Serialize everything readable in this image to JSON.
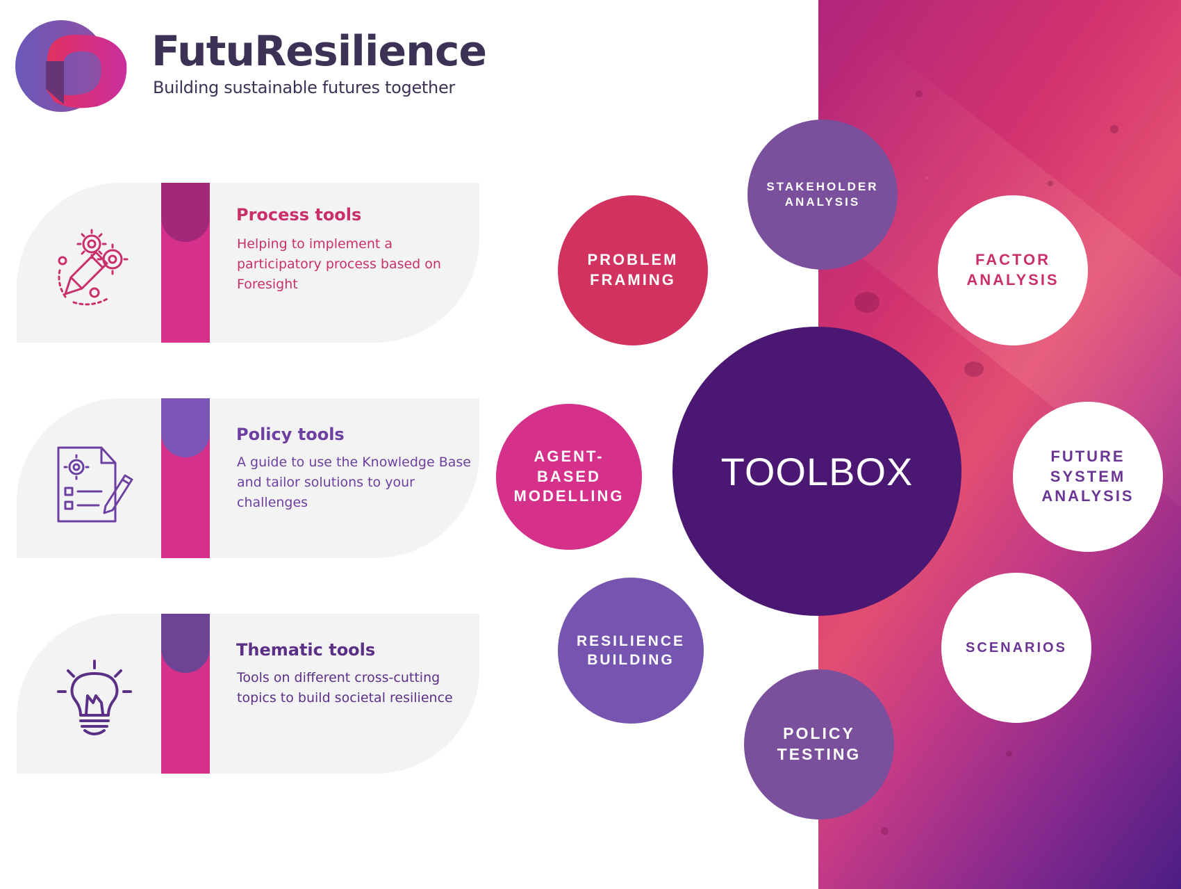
{
  "brand": {
    "name": "FutuResilience",
    "tagline": "Building sustainable futures together"
  },
  "tool_categories": [
    {
      "title": "Process tools",
      "description": "Helping to implement a participatory process based on Foresight",
      "icon": "gears-pencil-icon"
    },
    {
      "title": "Policy tools",
      "description": "A guide to use the Knowledge Base and tailor solutions to your challenges",
      "icon": "document-checklist-icon"
    },
    {
      "title": "Thematic tools",
      "description": "Tools on different cross-cutting topics to build societal resilience",
      "icon": "lightbulb-icon"
    }
  ],
  "toolbox": {
    "center": "TOOLBOX",
    "tools": {
      "stakeholder": "STAKEHOLDER\nANALYSIS",
      "problem": "PROBLEM\nFRAMING",
      "factor": "FACTOR\nANALYSIS",
      "agent": "AGENT-\nBASED\nMODELLING",
      "future": "FUTURE\nSYSTEM\nANALYSIS",
      "resilience": "RESILIENCE\nBUILDING",
      "scenarios": "SCENARIOS",
      "policy": "POLICY\nTESTING"
    }
  },
  "colors": {
    "deep_purple": "#4a1772",
    "magenta": "#d5308a",
    "crimson": "#d2325f",
    "violet": "#7a4f9c",
    "lavender": "#7655b0",
    "text_dark": "#3d3155"
  }
}
